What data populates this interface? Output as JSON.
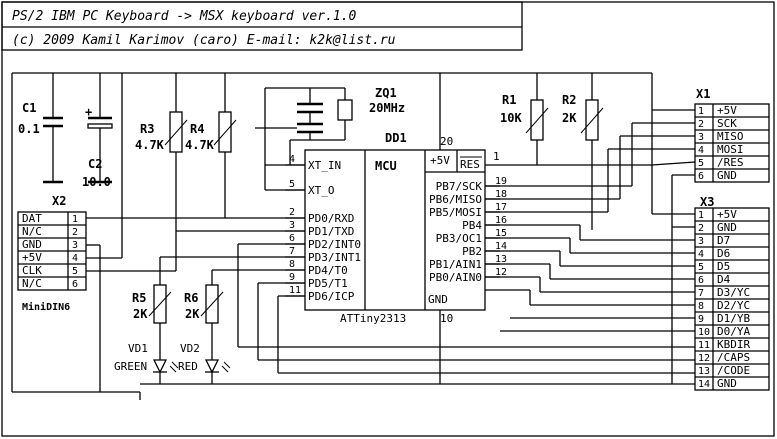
{
  "title": {
    "line1": "PS/2 IBM PC Keyboard -> MSX keyboard  ver.1.0",
    "line2": "(c) 2009  Kamil Karimov  (caro) E-mail:  k2k@list.ru"
  },
  "components": {
    "c1": {
      "ref": "C1",
      "value": "0.1"
    },
    "c2": {
      "ref": "C2",
      "value": "10.0"
    },
    "r1": {
      "ref": "R1",
      "value": "10K"
    },
    "r2": {
      "ref": "R2",
      "value": "2K"
    },
    "r3": {
      "ref": "R3",
      "value": "4.7K"
    },
    "r4": {
      "ref": "R4",
      "value": "4.7K"
    },
    "r5": {
      "ref": "R5",
      "value": "2K"
    },
    "r6": {
      "ref": "R6",
      "value": "2K"
    },
    "zq1": {
      "ref": "ZQ1",
      "value": "20MHz"
    },
    "vd1": {
      "ref": "VD1",
      "value": "GREEN"
    },
    "vd2": {
      "ref": "VD2",
      "value": "RED"
    },
    "plus": "+"
  },
  "mcu": {
    "ref": "DD1",
    "label": "MCU",
    "part": "ATTiny2313",
    "left_pins": [
      {
        "num": "4",
        "name": "XT_IN"
      },
      {
        "num": "5",
        "name": "XT_O"
      },
      {
        "num": "2",
        "name": "PD0/RXD"
      },
      {
        "num": "3",
        "name": "PD1/TXD"
      },
      {
        "num": "6",
        "name": "PD2/INT0"
      },
      {
        "num": "7",
        "name": "PD3/INT1"
      },
      {
        "num": "8",
        "name": "PD4/T0"
      },
      {
        "num": "9",
        "name": "PD5/T1"
      },
      {
        "num": "11",
        "name": "PD6/ICP"
      }
    ],
    "top_pins": {
      "vcc_num": "20",
      "vcc_name": "+5V",
      "res_num": "1",
      "res_name": "RES"
    },
    "right_pins": [
      {
        "num": "19",
        "name": "PB7/SCK"
      },
      {
        "num": "18",
        "name": "PB6/MISO"
      },
      {
        "num": "17",
        "name": "PB5/MOSI"
      },
      {
        "num": "16",
        "name": "PB4"
      },
      {
        "num": "15",
        "name": "PB3/OC1"
      },
      {
        "num": "14",
        "name": "PB2"
      },
      {
        "num": "13",
        "name": "PB1/AIN1"
      },
      {
        "num": "12",
        "name": "PB0/AIN0"
      }
    ],
    "gnd": {
      "num": "10",
      "name": "GND"
    }
  },
  "x1": {
    "ref": "X1",
    "pins": [
      {
        "num": "1",
        "name": "+5V"
      },
      {
        "num": "2",
        "name": "SCK"
      },
      {
        "num": "3",
        "name": "MISO"
      },
      {
        "num": "4",
        "name": "MOSI"
      },
      {
        "num": "5",
        "name": "/RES"
      },
      {
        "num": "6",
        "name": "GND"
      }
    ]
  },
  "x2": {
    "ref": "X2",
    "caption": "MiniDIN6",
    "pins": [
      {
        "num": "1",
        "name": "DAT"
      },
      {
        "num": "2",
        "name": "N/C"
      },
      {
        "num": "3",
        "name": "GND"
      },
      {
        "num": "4",
        "name": "+5V"
      },
      {
        "num": "5",
        "name": "CLK"
      },
      {
        "num": "6",
        "name": "N/C"
      }
    ]
  },
  "x3": {
    "ref": "X3",
    "pins": [
      {
        "num": "1",
        "name": "+5V"
      },
      {
        "num": "2",
        "name": "GND"
      },
      {
        "num": "3",
        "name": "D7"
      },
      {
        "num": "4",
        "name": "D6"
      },
      {
        "num": "5",
        "name": "D5"
      },
      {
        "num": "6",
        "name": "D4"
      },
      {
        "num": "7",
        "name": "D3/YC"
      },
      {
        "num": "8",
        "name": "D2/YC"
      },
      {
        "num": "9",
        "name": "D1/YB"
      },
      {
        "num": "10",
        "name": "D0/YA"
      },
      {
        "num": "11",
        "name": "KBDIR"
      },
      {
        "num": "12",
        "name": "/CAPS"
      },
      {
        "num": "13",
        "name": "/CODE"
      },
      {
        "num": "14",
        "name": "GND"
      }
    ]
  }
}
